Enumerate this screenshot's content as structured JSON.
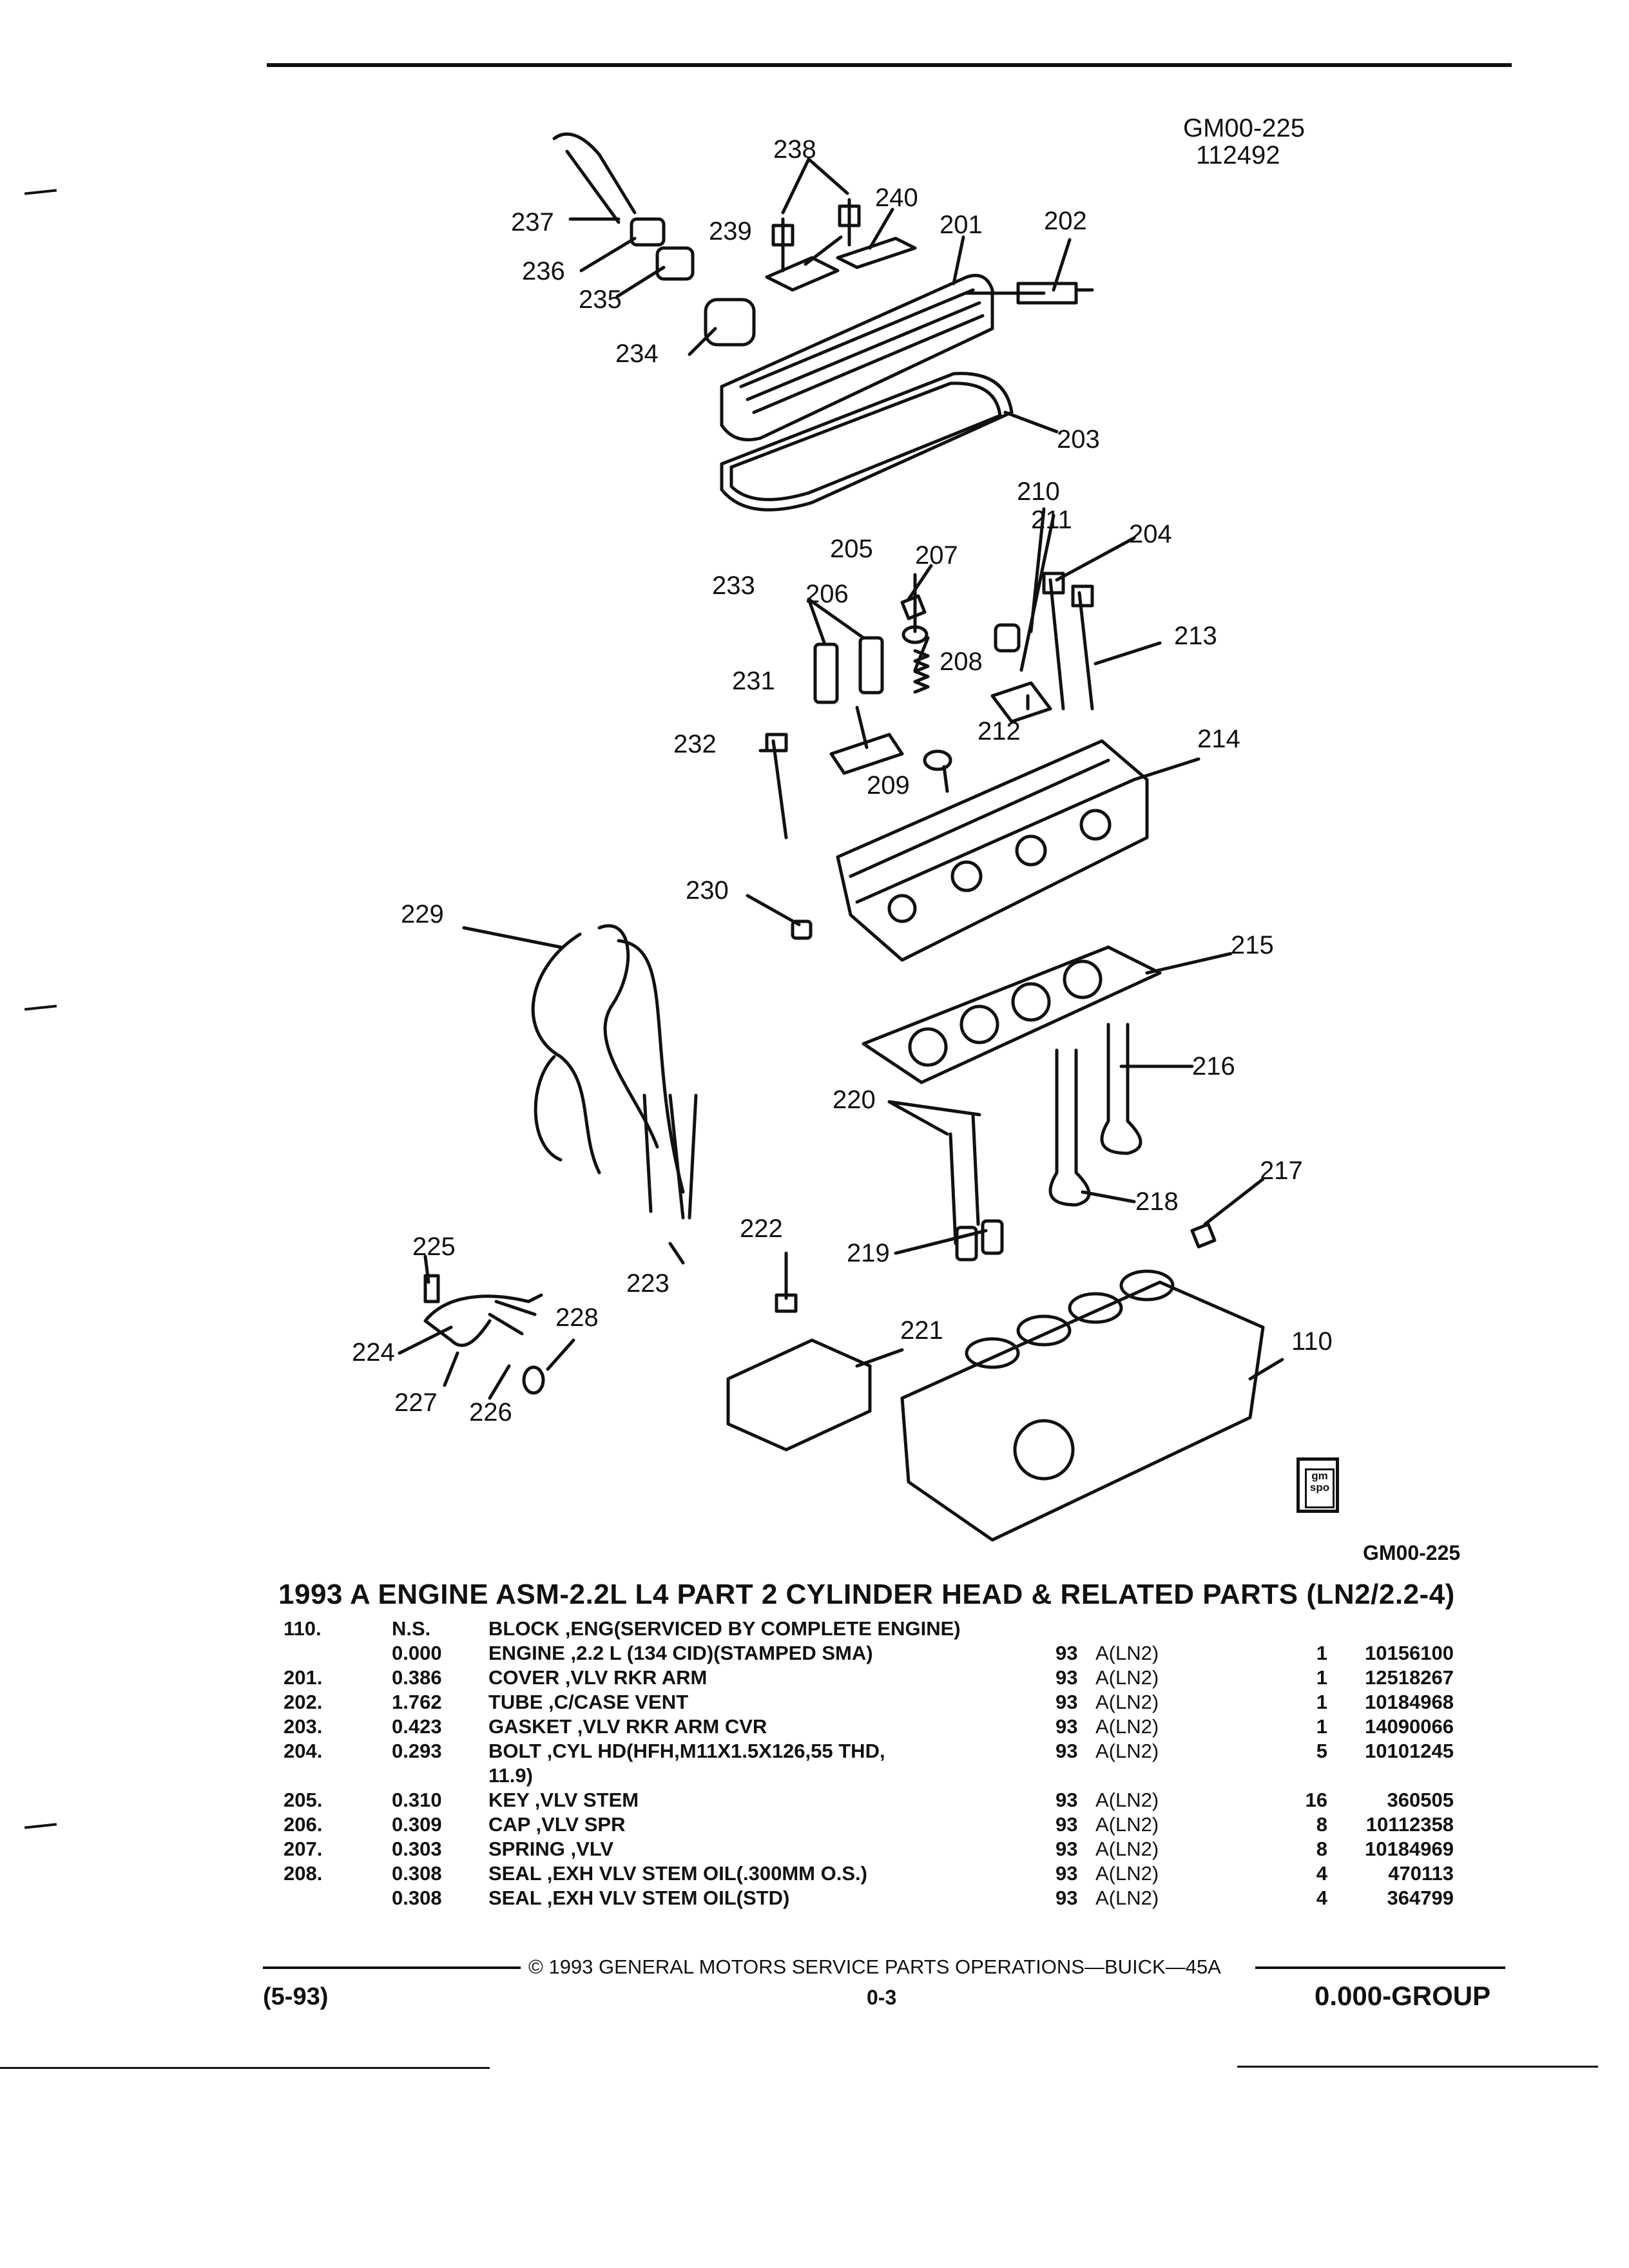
{
  "header": {
    "code": "GM00-225",
    "number": "112492"
  },
  "diagram": {
    "code": "GM00-225",
    "callouts": [
      "238",
      "240",
      "237",
      "239",
      "201",
      "202",
      "236",
      "235",
      "234",
      "203",
      "210",
      "211",
      "204",
      "205",
      "207",
      "233",
      "206",
      "213",
      "208",
      "231",
      "212",
      "232",
      "214",
      "209",
      "230",
      "229",
      "215",
      "216",
      "220",
      "217",
      "218",
      "222",
      "225",
      "219",
      "223",
      "228",
      "221",
      "110",
      "224",
      "227",
      "226"
    ]
  },
  "title": "1993 A ENGINE ASM-2.2L L4 PART 2 CYLINDER HEAD & RELATED PARTS (LN2/2.2-4)",
  "parts": [
    {
      "ref": "110.",
      "level": "N.S.",
      "desc": "BLOCK ,ENG(SERVICED BY COMPLETE ENGINE)",
      "year": "",
      "usage": "",
      "qty": "",
      "pn": ""
    },
    {
      "ref": "",
      "level": "0.000",
      "desc": "ENGINE ,2.2 L (134 CID)(STAMPED SMA)",
      "year": "93",
      "usage": "A(LN2)",
      "qty": "1",
      "pn": "10156100"
    },
    {
      "ref": "201.",
      "level": "0.386",
      "desc": "COVER ,VLV RKR ARM",
      "year": "93",
      "usage": "A(LN2)",
      "qty": "1",
      "pn": "12518267"
    },
    {
      "ref": "202.",
      "level": "1.762",
      "desc": "TUBE ,C/CASE VENT",
      "year": "93",
      "usage": "A(LN2)",
      "qty": "1",
      "pn": "10184968"
    },
    {
      "ref": "203.",
      "level": "0.423",
      "desc": "GASKET ,VLV RKR ARM CVR",
      "year": "93",
      "usage": "A(LN2)",
      "qty": "1",
      "pn": "14090066"
    },
    {
      "ref": "204.",
      "level": "0.293",
      "desc": "BOLT ,CYL HD(HFH,M11X1.5X126,55 THD,",
      "desc2": "11.9)",
      "year": "93",
      "usage": "A(LN2)",
      "qty": "5",
      "pn": "10101245"
    },
    {
      "ref": "205.",
      "level": "0.310",
      "desc": "KEY ,VLV STEM",
      "year": "93",
      "usage": "A(LN2)",
      "qty": "16",
      "pn": "360505"
    },
    {
      "ref": "206.",
      "level": "0.309",
      "desc": "CAP ,VLV SPR",
      "year": "93",
      "usage": "A(LN2)",
      "qty": "8",
      "pn": "10112358"
    },
    {
      "ref": "207.",
      "level": "0.303",
      "desc": "SPRING ,VLV",
      "year": "93",
      "usage": "A(LN2)",
      "qty": "8",
      "pn": "10184969"
    },
    {
      "ref": "208.",
      "level": "0.308",
      "desc": "SEAL ,EXH VLV STEM OIL(.300MM O.S.)",
      "year": "93",
      "usage": "A(LN2)",
      "qty": "4",
      "pn": "470113"
    },
    {
      "ref": "",
      "level": "0.308",
      "desc": "SEAL ,EXH VLV STEM OIL(STD)",
      "year": "93",
      "usage": "A(LN2)",
      "qty": "4",
      "pn": "364799"
    }
  ],
  "footer": {
    "copyright": "© 1993 GENERAL MOTORS SERVICE PARTS OPERATIONS—BUICK—45A",
    "date": "(5-93)",
    "page": "0-3",
    "group": "0.000-GROUP"
  },
  "logo_text": "gm spo"
}
